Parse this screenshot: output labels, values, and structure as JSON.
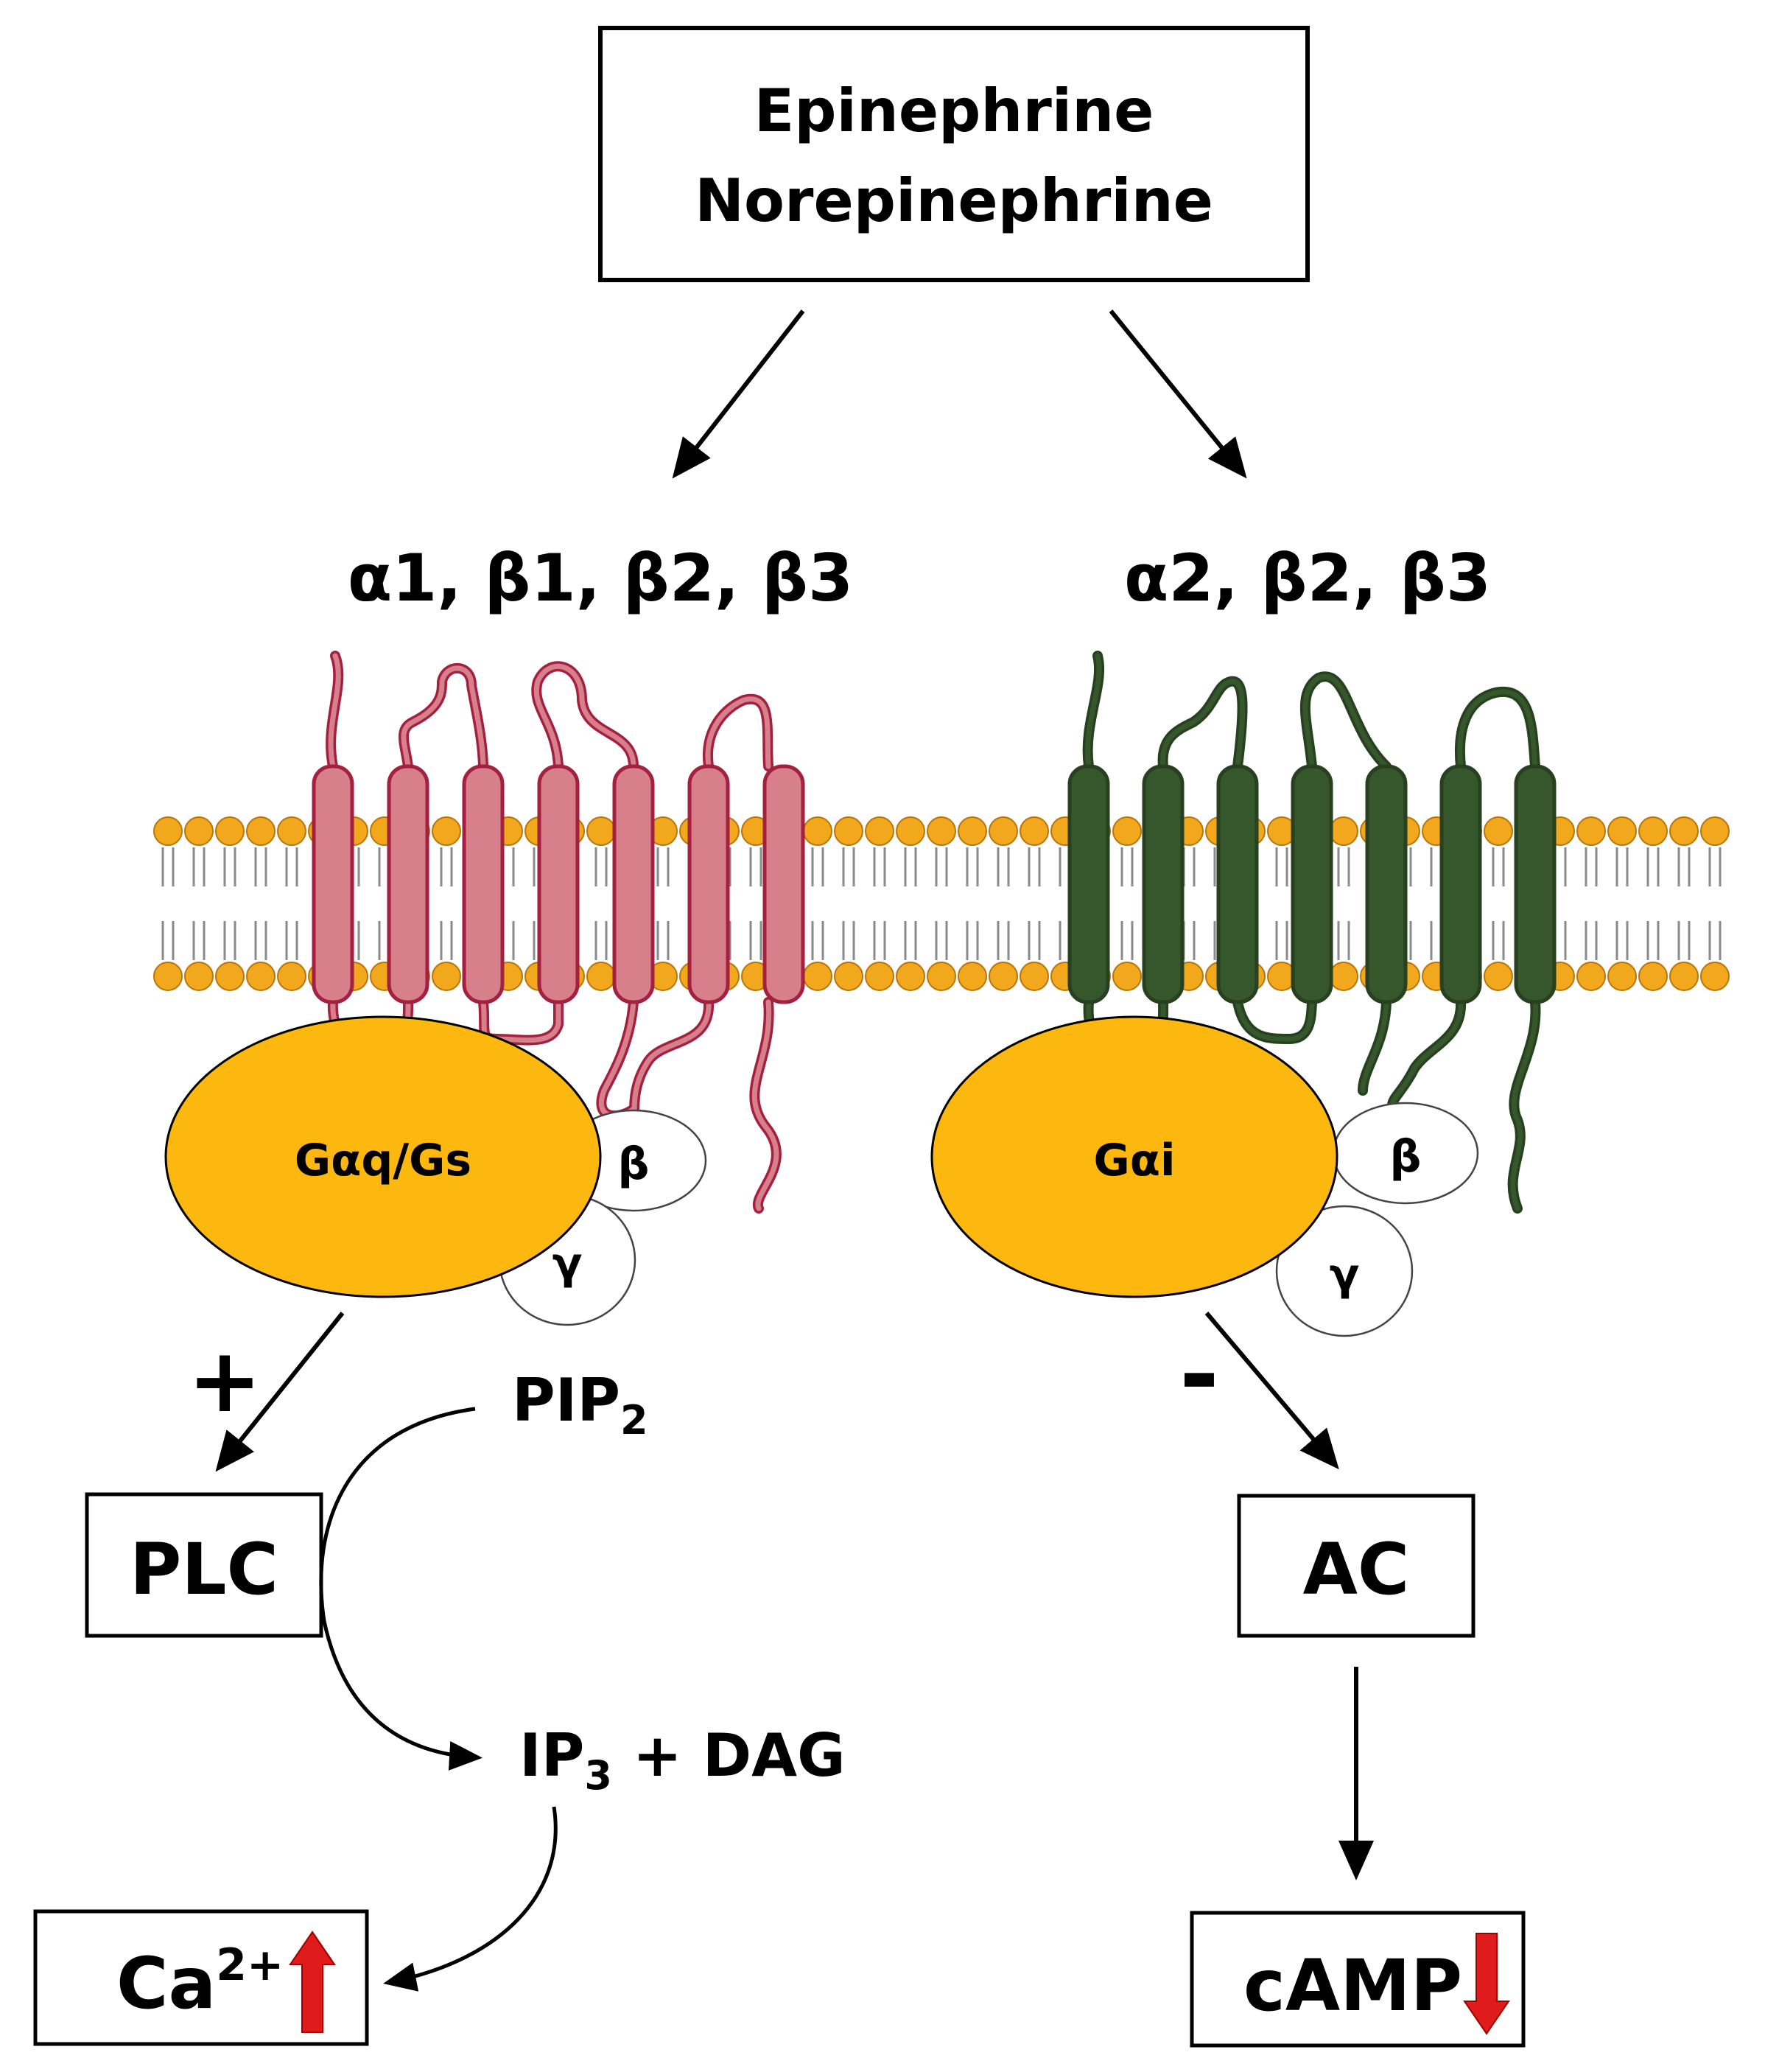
{
  "hormones": {
    "line1": "Epinephrine",
    "line2": "Norepinephrine"
  },
  "receptors": {
    "left": {
      "label": "α1, β1, β2, β3",
      "color": "#d87f8c",
      "stroke": "#a3203f"
    },
    "right": {
      "label": "α2, β2, β3",
      "color": "#36562b",
      "stroke": "#27401f"
    }
  },
  "membrane": {
    "head_color": "#f2a81c",
    "head_stroke": "#b9740a",
    "tail_color": "#8a8a8a"
  },
  "gproteins": {
    "left": {
      "alpha": "Gαq/Gs",
      "beta": "β",
      "gamma": "γ",
      "color": "#fdb810"
    },
    "right": {
      "alpha": "Gαi",
      "beta": "β",
      "gamma": "γ",
      "color": "#fdb810"
    }
  },
  "signs": {
    "plus": "+",
    "minus": "-",
    "color": "#e01b1b"
  },
  "effectors": {
    "left": "PLC",
    "right": "AC"
  },
  "metabolites": {
    "pip_main": "PIP",
    "pip_sub": "2",
    "ip_main": "IP",
    "ip_sub": "3",
    "ip_rest": " + DAG"
  },
  "outputs": {
    "left": {
      "main": "Ca",
      "sup": "2+",
      "direction": "up"
    },
    "right": {
      "main": "cAMP",
      "direction": "down"
    },
    "arrow_color": "#e01b1b"
  }
}
